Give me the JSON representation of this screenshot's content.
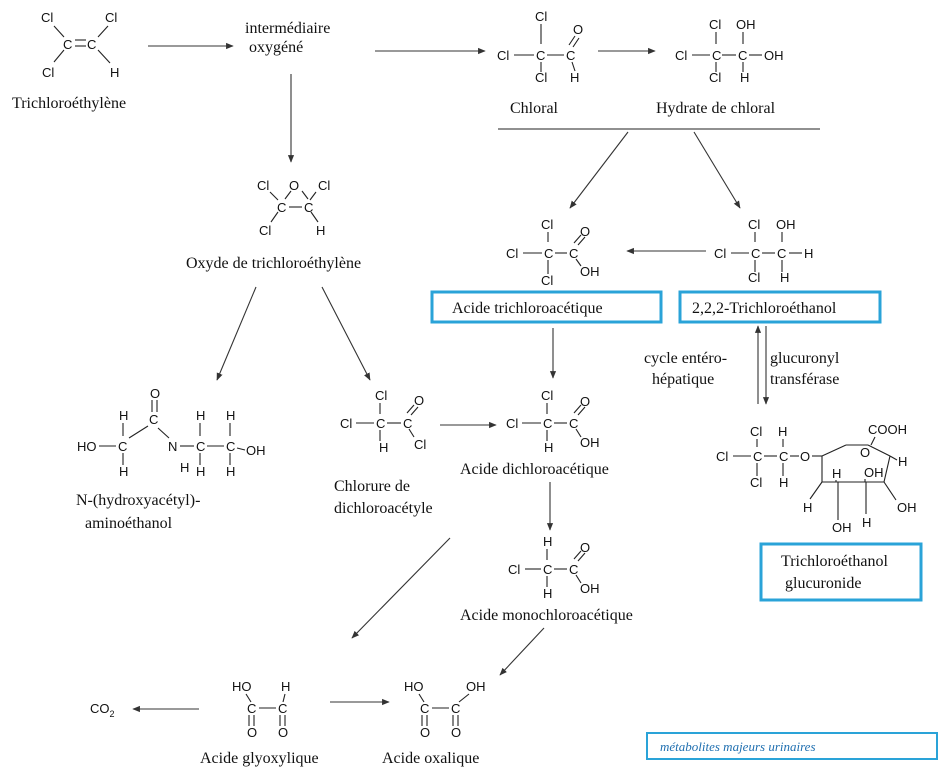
{
  "labels": {
    "trichloroethylene": "Trichloroéthylène",
    "intermediate_l1": "intermédiaire",
    "intermediate_l2": "oxygéné",
    "chloral": "Chloral",
    "chloral_hydrate": "Hydrate de chloral",
    "tce_oxide": "Oxyde de trichloroéthylène",
    "tca": "Acide trichloroacétique",
    "tcoh": "2,2,2-Trichloroéthanol",
    "cycle_l1": "cycle entéro-",
    "cycle_l2": "hépatique",
    "glucuronyl_l1": "glucuronyl",
    "glucuronyl_l2": "transférase",
    "dcac_l1": "Chlorure de",
    "dcac_l2": "dichloroacétyle",
    "dca": "Acide dichloroacétique",
    "nhae_l1": "N-(hydroxyacétyl)-",
    "nhae_l2": "aminoéthanol",
    "tcg_l1": "Trichloroéthanol",
    "tcg_l2": "glucuronide",
    "mca": "Acide monochloroacétique",
    "glyoxylic": "Acide glyoxylique",
    "oxalic": "Acide oxalique",
    "legend": "métabolites majeurs urinaires"
  },
  "colors": {
    "highlight": "#2aa3d8",
    "legend_text": "#1f6fb0"
  }
}
